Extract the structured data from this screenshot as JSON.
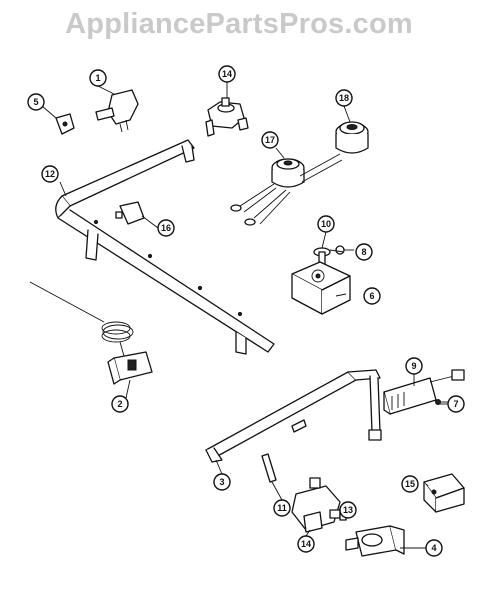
{
  "watermark": "AppliancePartsPros.com",
  "callouts": [
    {
      "id": "c1",
      "label": "1"
    },
    {
      "id": "c2",
      "label": "2"
    },
    {
      "id": "c3",
      "label": "3"
    },
    {
      "id": "c4",
      "label": "4"
    },
    {
      "id": "c5",
      "label": "5"
    },
    {
      "id": "c6",
      "label": "6"
    },
    {
      "id": "c7",
      "label": "7"
    },
    {
      "id": "c8",
      "label": "8"
    },
    {
      "id": "c9",
      "label": "9"
    },
    {
      "id": "c10",
      "label": "10"
    },
    {
      "id": "c11",
      "label": "11"
    },
    {
      "id": "c12",
      "label": "12"
    },
    {
      "id": "c13",
      "label": "13"
    },
    {
      "id": "c14a",
      "label": "14"
    },
    {
      "id": "c14b",
      "label": "14"
    },
    {
      "id": "c15",
      "label": "15"
    },
    {
      "id": "c16",
      "label": "16"
    },
    {
      "id": "c17",
      "label": "17"
    },
    {
      "id": "c18",
      "label": "18"
    }
  ]
}
